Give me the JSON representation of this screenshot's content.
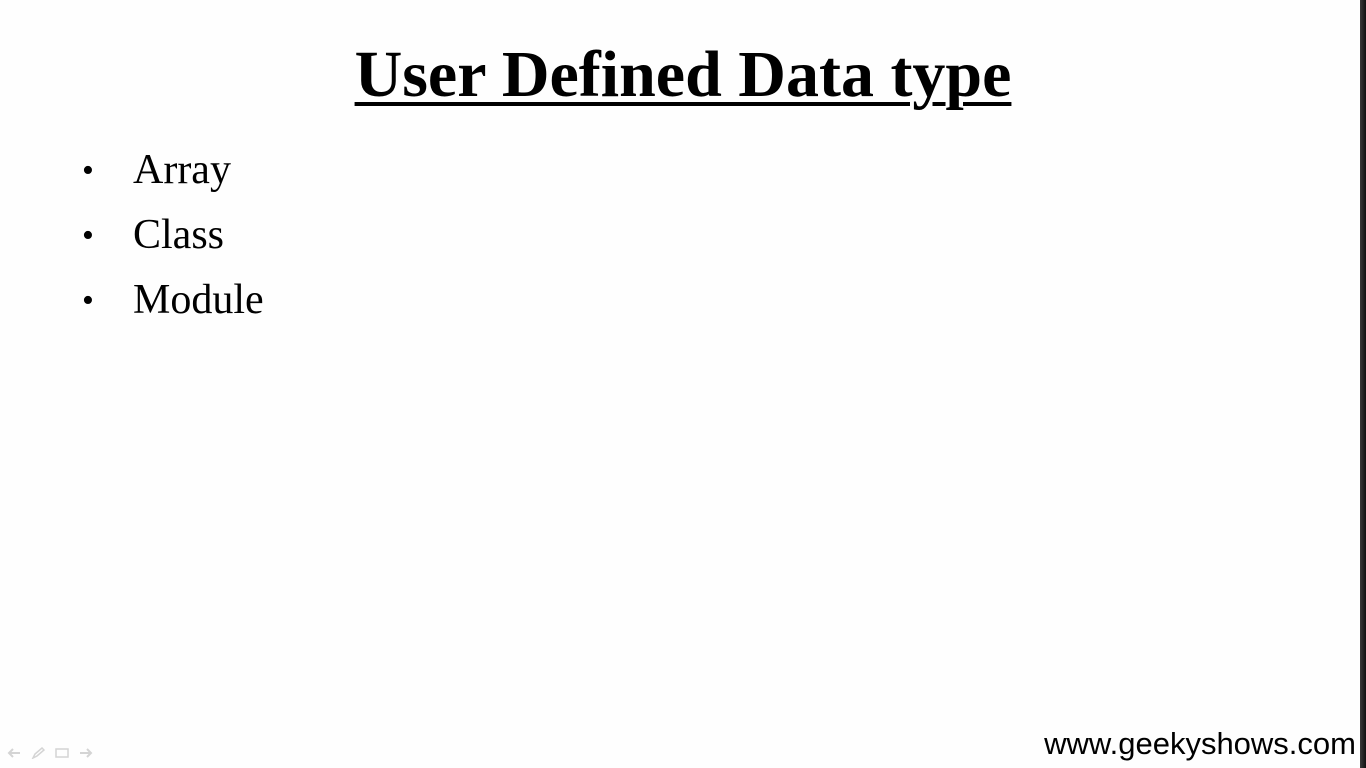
{
  "slide": {
    "title": "User Defined Data type",
    "bullets": [
      {
        "label": "Array"
      },
      {
        "label": "Class"
      },
      {
        "label": "Module"
      }
    ],
    "bullet_glyph": "•",
    "footer_url": "www.geekyshows.com"
  },
  "controls": {
    "icons": [
      "previous-arrow-icon",
      "pen-icon",
      "slide-menu-icon",
      "next-arrow-icon"
    ]
  },
  "colors": {
    "background": "#fefefe",
    "text": "#000000"
  }
}
